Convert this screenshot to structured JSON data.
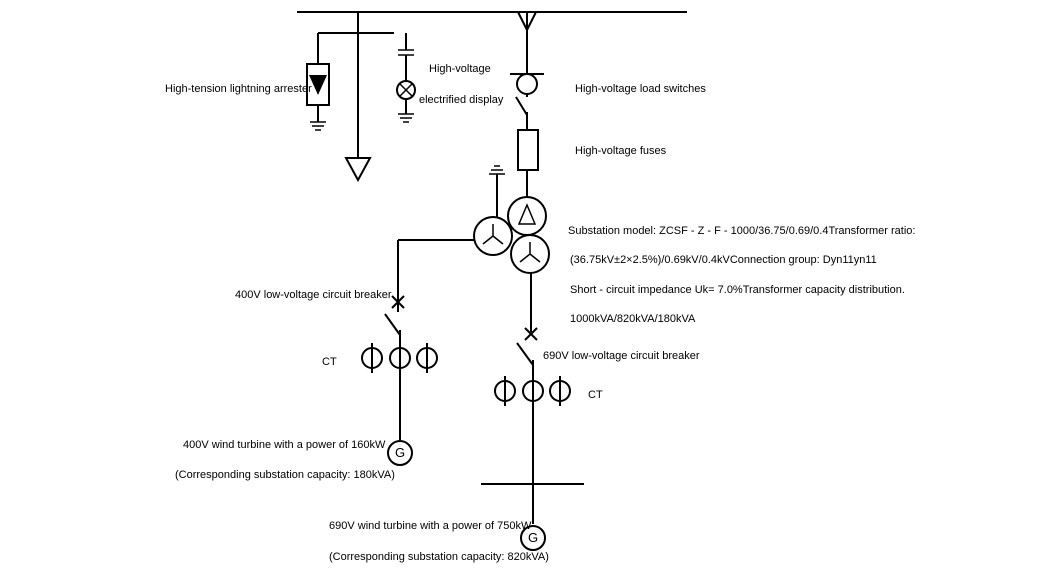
{
  "labels": {
    "lightning_arrester": "High-tension lightning arrester",
    "hv_display_1": "High-voltage",
    "hv_display_2": "electrified display",
    "load_switches": "High-voltage load switches",
    "fuses": "High-voltage fuses",
    "substation_1": "Substation model: ZCSF - Z - F - 1000/36.75/0.69/0.4Transformer ratio:",
    "substation_2": "(36.75kV±2×2.5%)/0.69kV/0.4kVConnection group: Dyn11yn11",
    "substation_3": "Short - circuit impedance Uk= 7.0%Transformer capacity distribution.",
    "substation_4": "1000kVA/820kVA/180kVA",
    "breaker_400": "400V low-voltage circuit breaker",
    "breaker_690": "690V low-voltage circuit breaker",
    "ct_left": "CT",
    "ct_right": "CT",
    "turbine_400_1": "400V wind turbine with a power of 160kW",
    "turbine_400_2": "(Corresponding substation capacity: 180kVA)",
    "turbine_690_1": "690V wind turbine with a power of 750kW",
    "turbine_690_2": "(Corresponding substation capacity: 820kVA)",
    "gen_left": "G",
    "gen_right": "G"
  }
}
